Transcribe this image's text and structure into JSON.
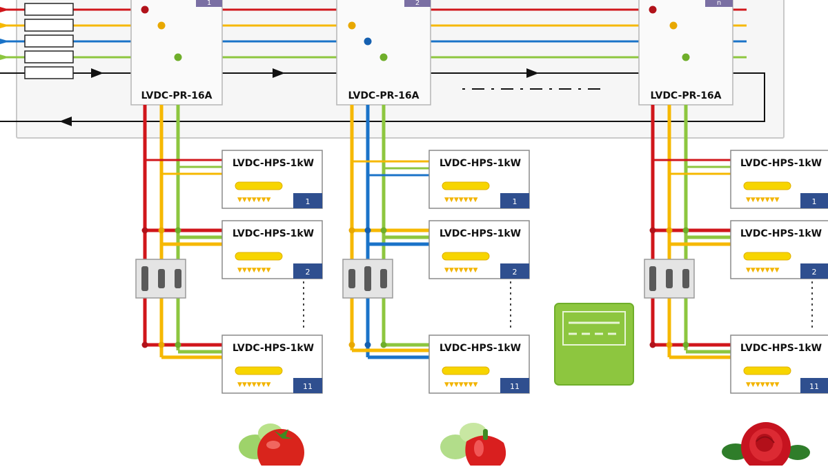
{
  "diagram": {
    "bus_line_labels": [
      "",
      "",
      "",
      "",
      ""
    ],
    "controller_label": "LVDC-PR-16A",
    "controller_numbers": [
      "1",
      "2",
      "n"
    ],
    "lamp_label": "LVDC-HPS-1kW",
    "lamp_numbers": [
      "1",
      "2",
      "11"
    ],
    "dc_badge_text": [
      "",
      ""
    ],
    "website": "",
    "crop_icons": [
      "tomato-icon",
      "pepper-icon",
      "rose-icon"
    ]
  },
  "colors": {
    "red": "#d0161b",
    "yellow": "#f6b800",
    "blue": "#1a73c8",
    "green": "#8dc63f",
    "dark": "#111111",
    "badge_blue": "#2f4f8f",
    "badge_purple": "#7a6fa3",
    "dc_green": "#8dc63f"
  }
}
